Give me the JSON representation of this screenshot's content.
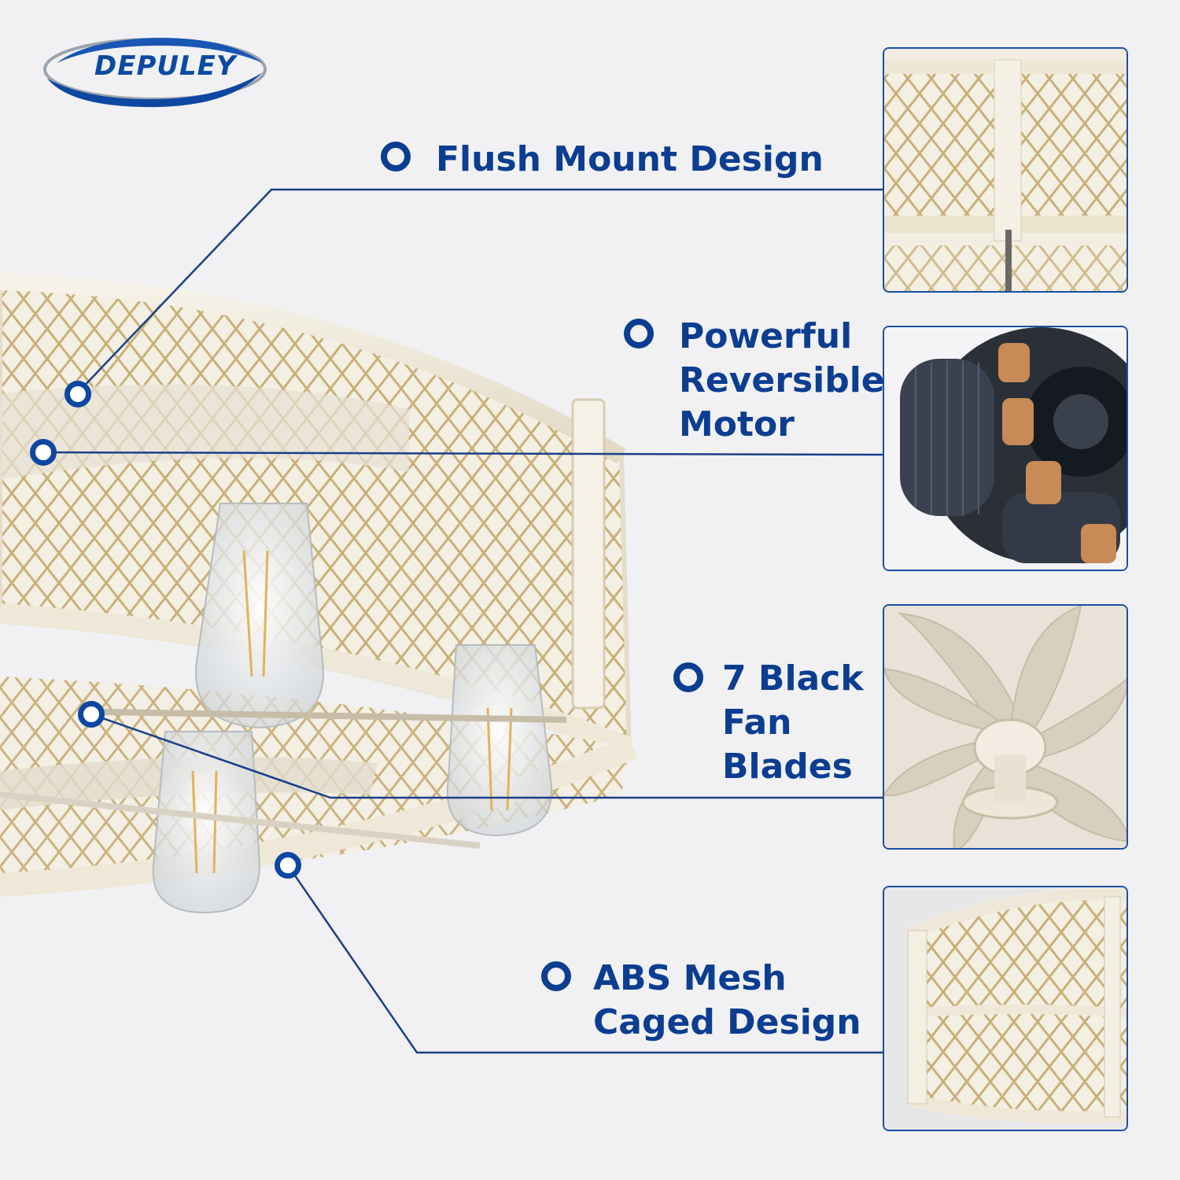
{
  "brand": {
    "name": "DEPULEY"
  },
  "features": [
    {
      "lines": [
        "Flush Mount Design"
      ]
    },
    {
      "lines": [
        "Powerful",
        "Reversible",
        "Motor"
      ]
    },
    {
      "lines": [
        "7 Black",
        "Fan",
        "Blades"
      ]
    },
    {
      "lines": [
        "ABS Mesh",
        "Caged Design"
      ]
    }
  ],
  "colors": {
    "accent": "#0b3d91",
    "line": "#1a4fa3",
    "background": "#f1f1f3"
  }
}
